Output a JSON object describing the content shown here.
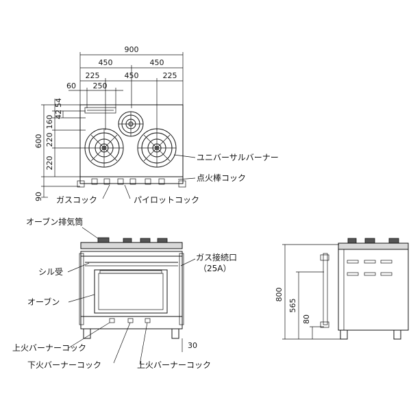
{
  "top_view": {
    "dim_900": "900",
    "dim_450_left": "450",
    "dim_450_right": "450",
    "dim_225_left": "225",
    "dim_450_mid": "450",
    "dim_225_right": "225",
    "dim_60": "60",
    "dim_250": "250",
    "dim_54": "54",
    "dim_160": "160",
    "dim_42": "42",
    "dim_600": "600",
    "dim_220_top": "220",
    "dim_220_bottom": "220",
    "dim_90": "90",
    "label_universal_burner": "ユニバーサルバーナー",
    "label_ignition_cock": "点火棒コック",
    "label_gas_cock": "ガスコック",
    "label_pilot_cock": "パイロットコック"
  },
  "front_view": {
    "label_oven_exhaust": "オーブン排気筒",
    "label_sill": "シル受",
    "label_oven": "オーブン",
    "label_gas_connection": "ガス接続口",
    "label_gas_connection_size": "（25A）",
    "dim_30": "30",
    "label_upper_burner_cock_left": "上火バーナーコック",
    "label_lower_burner_cock": "下火バーナーコック",
    "label_upper_burner_cock_right": "上火バーナーコック"
  },
  "side_view": {
    "dim_800": "800",
    "dim_565": "565",
    "dim_80": "80"
  }
}
